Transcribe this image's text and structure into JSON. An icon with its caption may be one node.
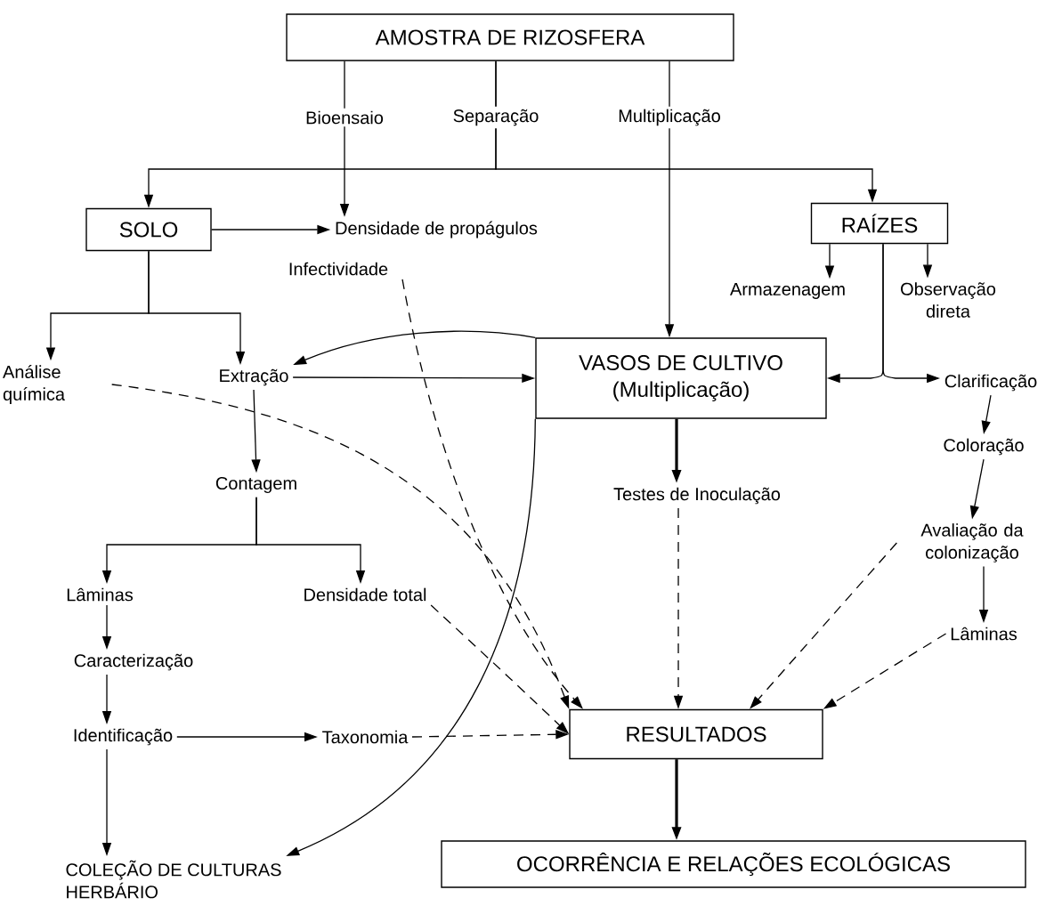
{
  "diagram": {
    "nodes": [
      {
        "text": [
          "AMOSTRA DE RIZOSFERA"
        ]
      },
      {
        "text": [
          "SOLO"
        ]
      },
      {
        "text": [
          "Densidade de propágulos"
        ]
      },
      {
        "text": [
          "Infectividade"
        ]
      },
      {
        "text": [
          "RAÍZES"
        ]
      },
      {
        "text": [
          "Armazenagem"
        ]
      },
      {
        "text": [
          "Observação direta"
        ]
      },
      {
        "text": [
          "Análise química"
        ]
      },
      {
        "text": [
          "Extração"
        ]
      },
      {
        "text": [
          "VASOS DE CULTIVO",
          "(Multiplicação)"
        ]
      },
      {
        "text": [
          "Clarificação"
        ]
      },
      {
        "text": [
          "Coloração"
        ]
      },
      {
        "text": [
          "Contagem"
        ]
      },
      {
        "text": [
          "Testes de Inoculação"
        ]
      },
      {
        "text": [
          "Avaliação da colonização"
        ]
      },
      {
        "text": [
          "Lâminas"
        ]
      },
      {
        "text": [
          "Densidade total"
        ]
      },
      {
        "text": [
          "Lâminas"
        ]
      },
      {
        "text": [
          "Caracterização"
        ]
      },
      {
        "text": [
          "Identificação"
        ]
      },
      {
        "text": [
          "Taxonomia"
        ]
      },
      {
        "text": [
          "RESULTADOS"
        ]
      },
      {
        "text": [
          "COLEÇÃO DE CULTURAS",
          "HERBÁRIO"
        ]
      },
      {
        "text": [
          "OCORRÊNCIA E RELAÇÕES ECOLÓGICAS"
        ]
      }
    ],
    "edges": [
      {
        "from": 0,
        "to": 2,
        "arrow": "to",
        "label": "Bioensaio"
      },
      {
        "from": 0,
        "to": 1,
        "arrow": "to",
        "label": "Separação"
      },
      {
        "from": 0,
        "to": 4,
        "arrow": "to"
      },
      {
        "from": 0,
        "to": 9,
        "arrow": "to",
        "label": "Multiplicação"
      },
      {
        "from": 1,
        "to": 2,
        "arrow": "to"
      },
      {
        "from": 1,
        "to": 7,
        "arrow": "to"
      },
      {
        "from": 1,
        "to": 8,
        "arrow": "to"
      },
      {
        "from": 3,
        "to": 21,
        "arrow": "to",
        "style": "dashed"
      },
      {
        "from": 8,
        "to": 9,
        "arrow": "to"
      },
      {
        "from": 9,
        "to": 8,
        "arrow": "to"
      },
      {
        "from": 4,
        "to": 5,
        "arrow": "to"
      },
      {
        "from": 4,
        "to": 6,
        "arrow": "to"
      },
      {
        "from": 4,
        "to": 9,
        "arrow": "to"
      },
      {
        "from": 4,
        "to": 10,
        "arrow": "to"
      },
      {
        "from": 10,
        "to": 11,
        "arrow": "to"
      },
      {
        "from": 11,
        "to": 14,
        "arrow": "to"
      },
      {
        "from": 14,
        "to": 17,
        "arrow": "to"
      },
      {
        "from": 7,
        "to": 21,
        "arrow": "to",
        "style": "dashed"
      },
      {
        "from": 8,
        "to": 12,
        "arrow": "to"
      },
      {
        "from": 9,
        "to": 13,
        "arrow": "to",
        "style": "thick"
      },
      {
        "from": 9,
        "to": 22,
        "arrow": "to"
      },
      {
        "from": 12,
        "to": 15,
        "arrow": "to"
      },
      {
        "from": 12,
        "to": 16,
        "arrow": "to"
      },
      {
        "from": 13,
        "to": 21,
        "arrow": "to",
        "style": "dashed"
      },
      {
        "from": 14,
        "to": 21,
        "arrow": "to",
        "style": "dashed"
      },
      {
        "from": 17,
        "to": 21,
        "arrow": "to",
        "style": "dashed"
      },
      {
        "from": 15,
        "to": 18,
        "arrow": "to"
      },
      {
        "from": 18,
        "to": 19,
        "arrow": "to"
      },
      {
        "from": 19,
        "to": 22,
        "arrow": "to"
      },
      {
        "from": 19,
        "to": 20,
        "arrow": "to"
      },
      {
        "from": 16,
        "to": 21,
        "arrow": "to",
        "style": "dashed"
      },
      {
        "from": 20,
        "to": 21,
        "arrow": "to",
        "style": "dashed"
      },
      {
        "from": 21,
        "to": 23,
        "arrow": "to",
        "style": "thick"
      }
    ]
  }
}
